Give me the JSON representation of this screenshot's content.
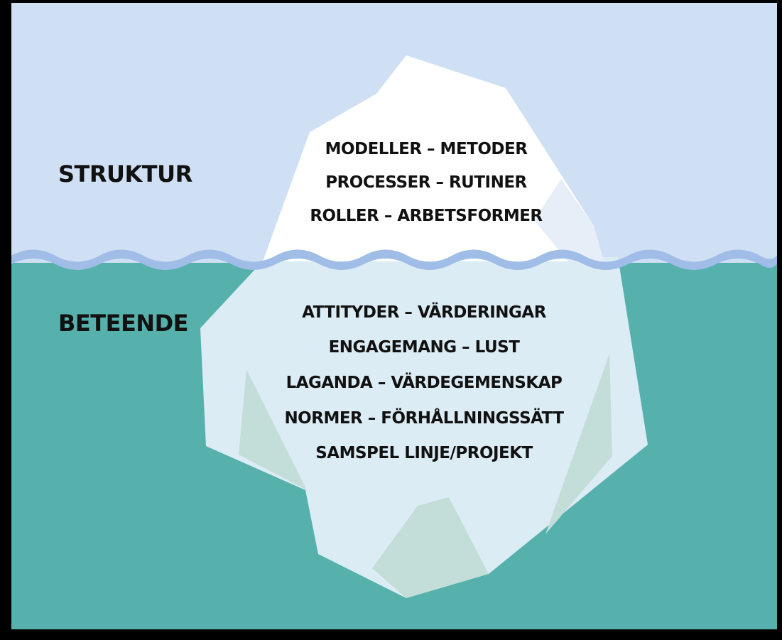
{
  "colors": {
    "frame": "#000000",
    "sky": "#cfdff4",
    "sea": "#56b0ac",
    "wave": "#9fbde6",
    "ice_above": "#ffffff",
    "ice_below": "#dcecf4",
    "ice_shade": "#c3ddd9",
    "text": "#111111"
  },
  "above": {
    "label": "STRUKTUR",
    "items": [
      "MODELLER – METODER",
      "PROCESSER – RUTINER",
      "ROLLER – ARBETSFORMER"
    ]
  },
  "below": {
    "label": "BETEENDE",
    "items": [
      "ATTITYDER – VÄRDERINGAR",
      "ENGAGEMANG – LUST",
      "LAGANDA – VÄRDEGEMENSKAP",
      "NORMER – FÖRHÅLLNINGSSÄTT",
      "SAMSPEL LINJE/PROJEKT"
    ]
  }
}
